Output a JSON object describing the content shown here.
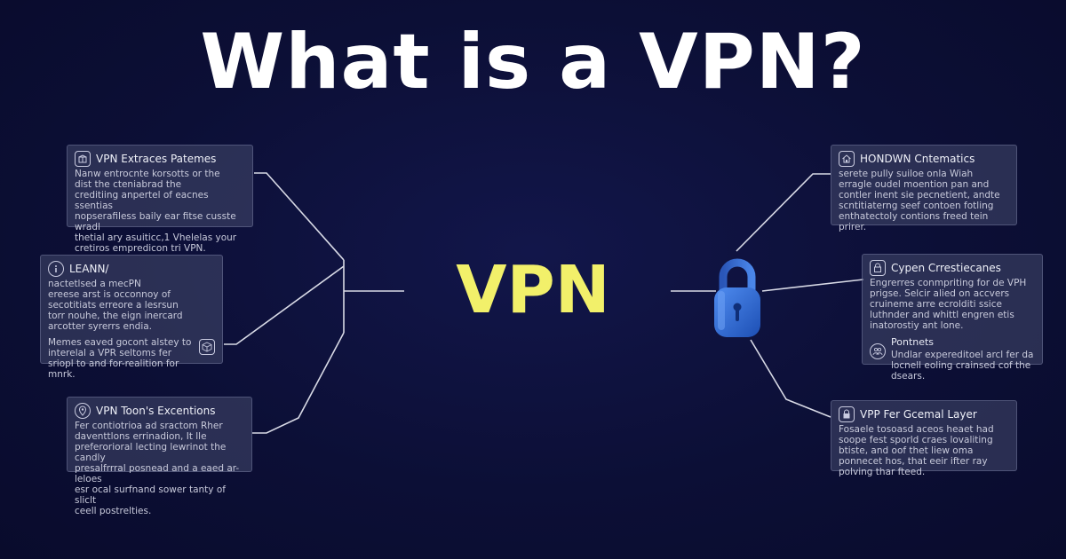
{
  "title": "What is a VPN?",
  "center": "VPN",
  "left_boxes": [
    {
      "icon": "box-icon",
      "title": "VPN Extraces Patemes",
      "body": "Nanw entrocnte korsotts or the\ndist the cteniabrad the\ncreditiing anpertel of eacnes ssentias\nnopserafiless baily ear fitse cusste wradl\nthetial ary asuiticc,1 Vhelelas your\ncretiros empredicon tri VPN."
    },
    {
      "icon": "info-icon",
      "title": "LEANN/",
      "body": "nactetlsed a mecPN\nereese arst is occonnoy of\nsecotitiats erreore a lesrsun\ntorr nouhe, the eign inercard\narcotter syrerrs endia.",
      "body2": "Memes eaved gocont alstey to\ninterelal a VPR seltoms fer\nsriopl to and for-realition for\nmnrk.",
      "sub_icon": "cube-icon"
    },
    {
      "icon": "location-pin-icon",
      "title": "VPN Toon's Excentions",
      "body": "Fer contiotrioa ad sractom Rher\ndaventtlons errinadion, It lle\npreferorioral lecting lewrinot the candly\npresalfrrral posnead and a eaed ar-leloes\nesr ocal surfnand sower tanty of sliclt\nceell postrelties."
    }
  ],
  "right_boxes": [
    {
      "icon": "home-icon",
      "title": "HONDWN Cntematics",
      "body": "serete pully suiloe onla Wiah\nerragle oudel moention pan and\ncontler inent sie pecnetient, andte\nscntitiaterng seef contoen fotling\nenthatectoly contions freed tein\nprirer."
    },
    {
      "icon": "padlock-icon",
      "title": "Cypen Crrestiecanes",
      "body": "Engrerres conmpriting for de VPH\nprigse.  Selcir alied on accvers\ncruineme arre ecrolditi  ssice\nluthnder and whittl engren etis\ninatorostiy ant lone.",
      "sub_title": "Pontnets",
      "sub_icon": "people-icon",
      "sub_body": "Undlar expereditoel arcl fer da\nlocnell eoling crainsed cof the\ndsears."
    },
    {
      "icon": "lock-icon",
      "title": "VPP Fer Gcemal Layer",
      "body": "Fosaele tosoasd aceos heaet had\nsoope fest sporld craes lovaliting\nbtiste, and oof thet liew oma\nponnecet hos, that eeir ifter ray\npolving thar fteed."
    }
  ],
  "colors": {
    "background": "#0d1038",
    "title": "#ffffff",
    "center": "#f2f06a",
    "lines": "#d8dae6",
    "lock": "#2f6fd8"
  }
}
